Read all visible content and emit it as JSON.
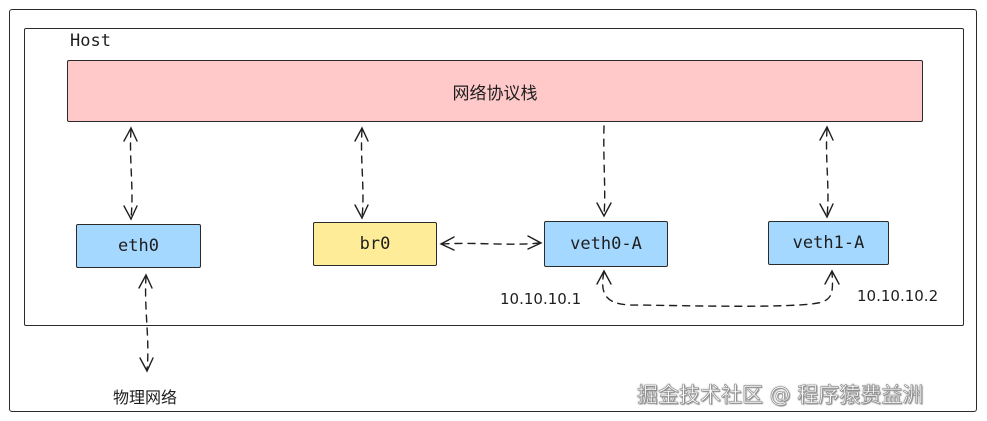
{
  "host": {
    "label": "Host"
  },
  "stack": {
    "label": "网络协议栈"
  },
  "nodes": {
    "eth0": "eth0",
    "br0": "br0",
    "veth_a": "veth0-A",
    "veth_b": "veth1-A"
  },
  "ips": {
    "veth_a": "10.10.10.1",
    "veth_b": "10.10.10.2"
  },
  "physical_network": "物理网络",
  "watermark": "掘金技术社区 @ 程序猿费益洲",
  "colors": {
    "stack_fill": "#ffc9c9",
    "interface_fill": "#a5d8ff",
    "bridge_fill": "#ffec99",
    "stroke": "#1e1e1e"
  }
}
